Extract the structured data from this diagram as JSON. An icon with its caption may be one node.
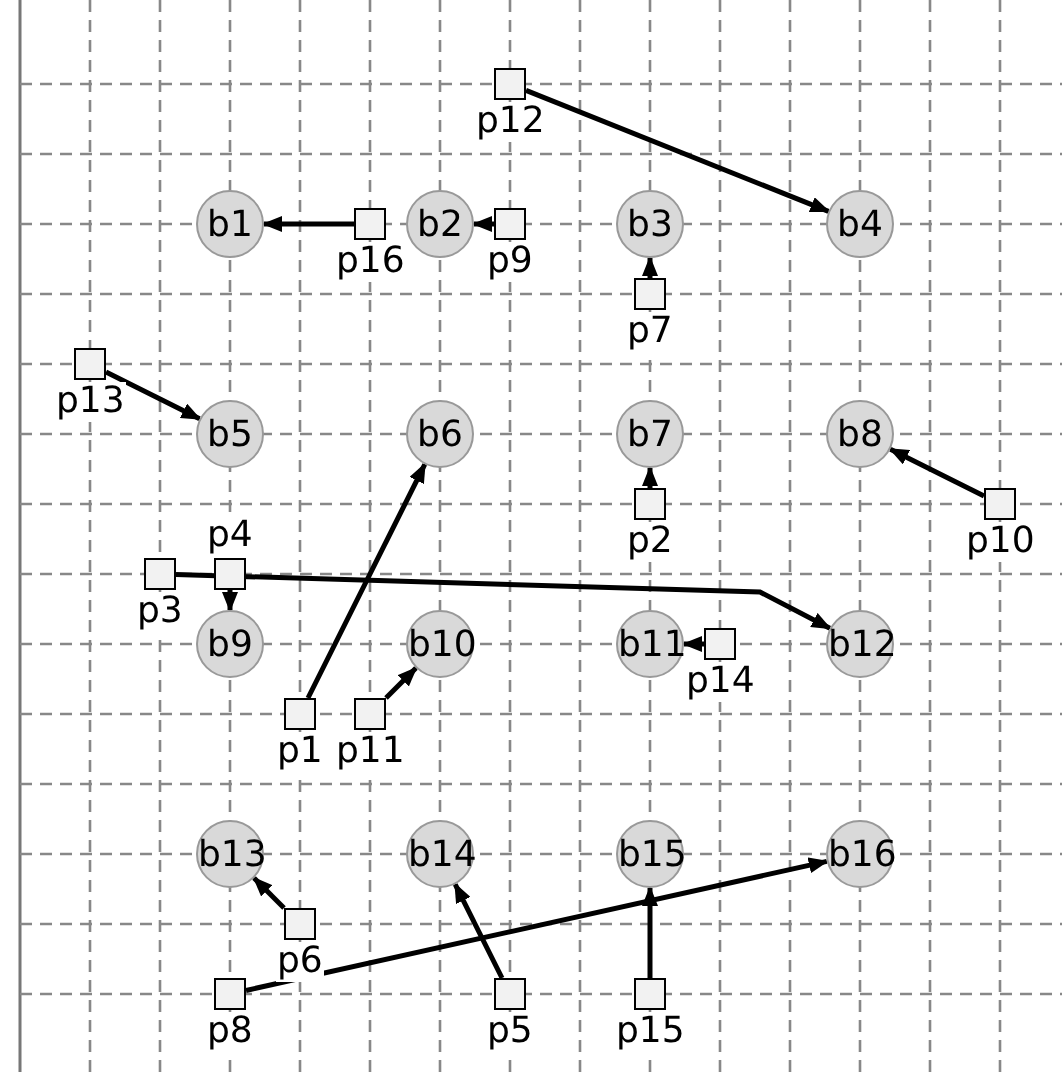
{
  "diagram": {
    "nodes": [
      {
        "text": [
          "b1"
        ]
      },
      {
        "text": [
          "b2"
        ]
      },
      {
        "text": [
          "b3"
        ]
      },
      {
        "text": [
          "b4"
        ]
      },
      {
        "text": [
          "b5"
        ]
      },
      {
        "text": [
          "b6"
        ]
      },
      {
        "text": [
          "b7"
        ]
      },
      {
        "text": [
          "b8"
        ]
      },
      {
        "text": [
          "b9"
        ]
      },
      {
        "text": [
          "b10"
        ]
      },
      {
        "text": [
          "b11"
        ]
      },
      {
        "text": [
          "b12"
        ]
      },
      {
        "text": [
          "b13"
        ]
      },
      {
        "text": [
          "b14"
        ]
      },
      {
        "text": [
          "b15"
        ]
      },
      {
        "text": [
          "b16"
        ]
      },
      {
        "text": [
          "p1"
        ]
      },
      {
        "text": [
          "p2"
        ]
      },
      {
        "text": [
          "p3"
        ]
      },
      {
        "text": [
          "p4"
        ]
      },
      {
        "text": [
          "p5"
        ]
      },
      {
        "text": [
          "p6"
        ]
      },
      {
        "text": [
          "p7"
        ]
      },
      {
        "text": [
          "p8"
        ]
      },
      {
        "text": [
          "p9"
        ]
      },
      {
        "text": [
          "p10"
        ]
      },
      {
        "text": [
          "p11"
        ]
      },
      {
        "text": [
          "p12"
        ]
      },
      {
        "text": [
          "p13"
        ]
      },
      {
        "text": [
          "p14"
        ]
      },
      {
        "text": [
          "p15"
        ]
      },
      {
        "text": [
          "p16"
        ]
      }
    ],
    "edges": [
      {
        "from": 27,
        "to": 3,
        "arrow": "to"
      },
      {
        "from": 31,
        "to": 0,
        "arrow": "to"
      },
      {
        "from": 24,
        "to": 1,
        "arrow": "to"
      },
      {
        "from": 22,
        "to": 2,
        "arrow": "to"
      },
      {
        "from": 28,
        "to": 4,
        "arrow": "to"
      },
      {
        "from": 16,
        "to": 5,
        "arrow": "to"
      },
      {
        "from": 17,
        "to": 6,
        "arrow": "to"
      },
      {
        "from": 25,
        "to": 7,
        "arrow": "to"
      },
      {
        "from": 19,
        "to": 8,
        "arrow": "to"
      },
      {
        "from": 26,
        "to": 9,
        "arrow": "to"
      },
      {
        "from": 29,
        "to": 10,
        "arrow": "to"
      },
      {
        "from": 18,
        "to": 11,
        "arrow": "to"
      },
      {
        "from": 21,
        "to": 12,
        "arrow": "to"
      },
      {
        "from": 20,
        "to": 13,
        "arrow": "to"
      },
      {
        "from": 30,
        "to": 14,
        "arrow": "to"
      },
      {
        "from": 23,
        "to": 15,
        "arrow": "to"
      }
    ]
  }
}
